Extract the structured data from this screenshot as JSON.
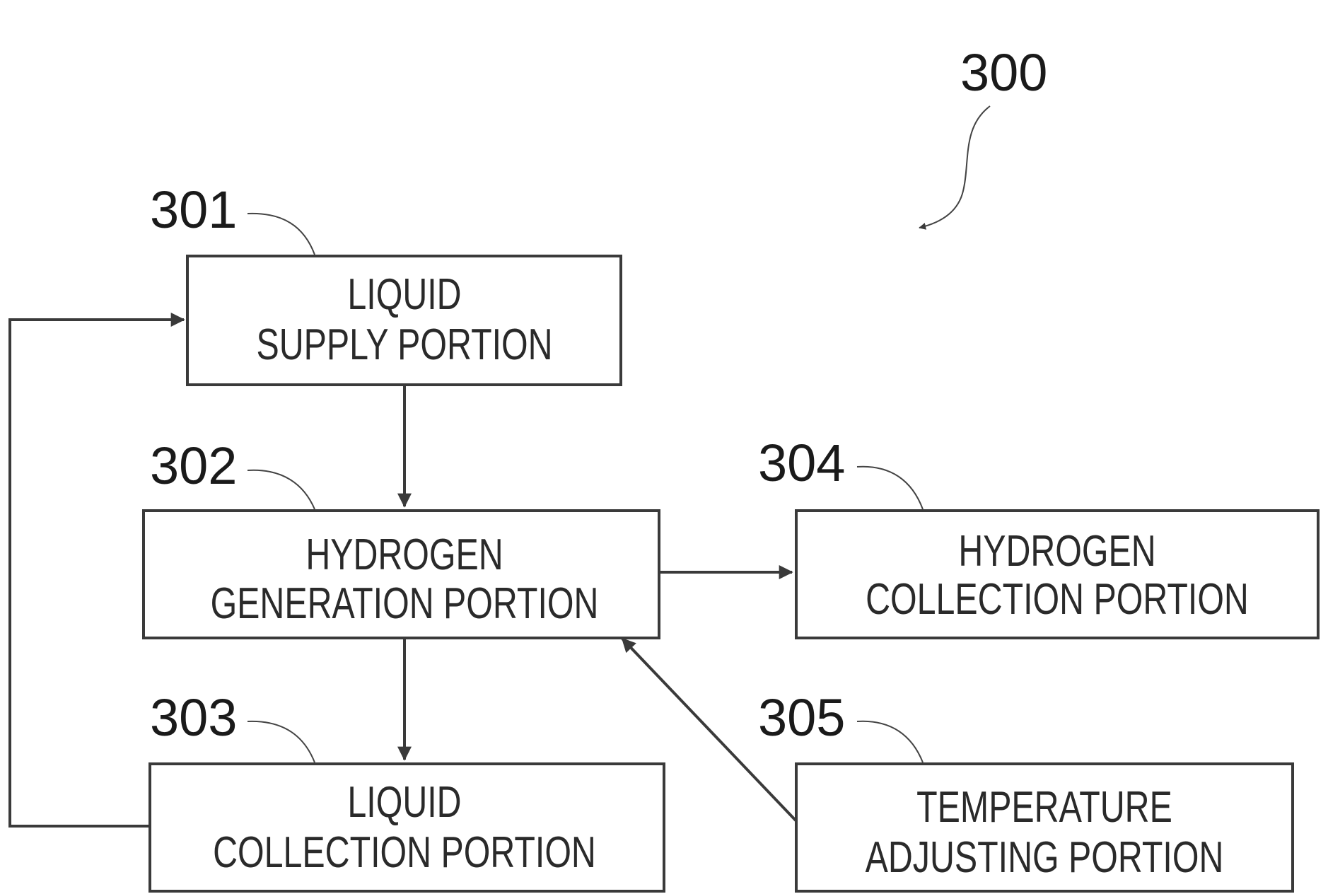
{
  "diagram": {
    "figure_ref": "300",
    "blocks": {
      "liquid_supply": {
        "ref": "301",
        "line1": "LIQUID",
        "line2": "SUPPLY PORTION"
      },
      "hydrogen_generation": {
        "ref": "302",
        "line1": "HYDROGEN",
        "line2": "GENERATION PORTION"
      },
      "liquid_collection": {
        "ref": "303",
        "line1": "LIQUID",
        "line2": "COLLECTION PORTION"
      },
      "hydrogen_collection": {
        "ref": "304",
        "line1": "HYDROGEN",
        "line2": "COLLECTION PORTION"
      },
      "temperature_adjusting": {
        "ref": "305",
        "line1": "TEMPERATURE",
        "line2": "ADJUSTING PORTION"
      }
    },
    "connections": [
      {
        "from": "liquid_supply",
        "to": "hydrogen_generation"
      },
      {
        "from": "hydrogen_generation",
        "to": "hydrogen_collection"
      },
      {
        "from": "hydrogen_generation",
        "to": "liquid_collection"
      },
      {
        "from": "liquid_collection",
        "to": "liquid_supply"
      },
      {
        "from": "temperature_adjusting",
        "to": "hydrogen_generation"
      }
    ]
  }
}
